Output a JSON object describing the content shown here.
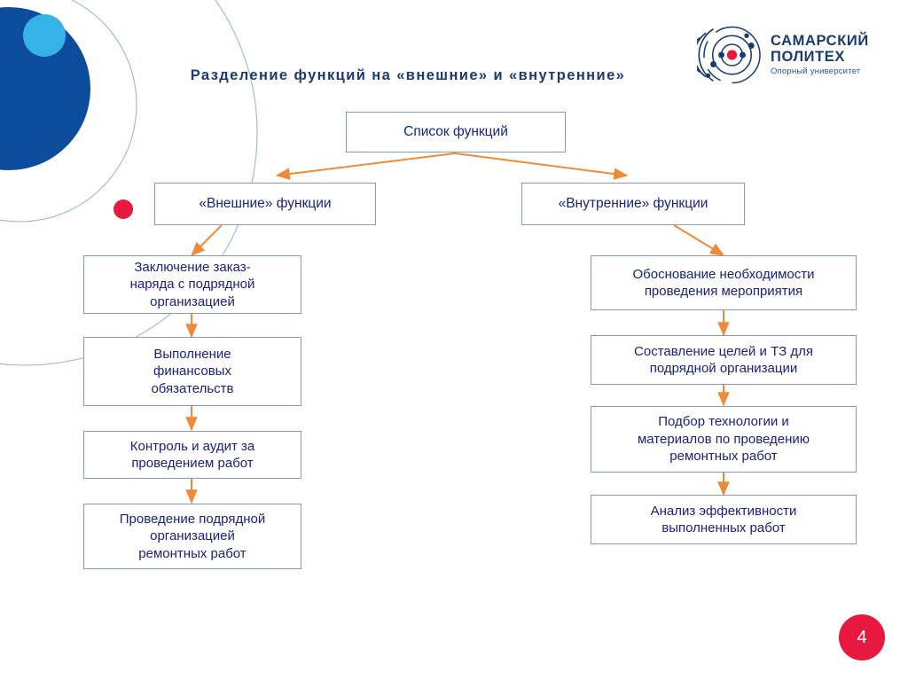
{
  "slide": {
    "title": "Разделение  функций  на  «внешние»  и  «внутренние»",
    "page_number": "4",
    "background_color": "#ffffff"
  },
  "logo": {
    "line1": "САМАРСКИЙ",
    "line2": "ПОЛИТЕХ",
    "line3": "Опорный университет",
    "mark_name": "radial-circles-emblem",
    "text_color": "#1b3b6f",
    "accent_dot_color": "#e8193f",
    "dot_color": "#1b3b6f"
  },
  "decoration": {
    "navy_circle_color": "#0b4c9c",
    "light_blue_dot_color": "#35b3e8",
    "red_dot_color": "#e8193f",
    "arc_color": "#9fb4d4"
  },
  "diagram": {
    "box_border_color": "#8b9bbd",
    "box_text_color": "#1a237e",
    "arrow_color": "#ed8b3a",
    "root": {
      "label": "Список функций"
    },
    "branches": [
      {
        "id": "external",
        "label": "«Внешние» функции",
        "items": [
          {
            "label": "Заключение заказ-\nнаряда с подрядной\nорганизацией"
          },
          {
            "label": "Выполнение\nфинансовых\nобязательств"
          },
          {
            "label": "Контроль и аудит за\nпроведением работ"
          },
          {
            "label": "Проведение подрядной\nорганизацией\nремонтных работ"
          }
        ]
      },
      {
        "id": "internal",
        "label": "«Внутренние» функции",
        "items": [
          {
            "label": "Обоснование необходимости\nпроведения мероприятия"
          },
          {
            "label": "Составление целей и ТЗ для\nподрядной организации"
          },
          {
            "label": "Подбор технологии и\nматериалов по проведению\nремонтных работ"
          },
          {
            "label": "Анализ эффективности\nвыполненных работ"
          }
        ]
      }
    ]
  }
}
